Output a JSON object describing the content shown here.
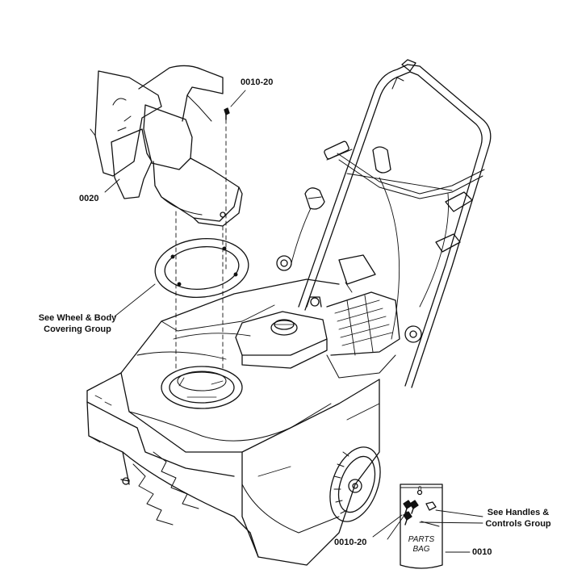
{
  "callouts": {
    "screw_top": "0010-20",
    "chute": "0020",
    "wheel_body_line1": "See Wheel & Body",
    "wheel_body_line2": "Covering Group",
    "handles_line1": "See Handles &",
    "handles_line2": "Controls Group",
    "screw_bottom": "0010-20",
    "parts_bag_code": "0010"
  },
  "parts_bag": {
    "line1": "PARTS",
    "line2": "BAG",
    "mark": "0"
  }
}
